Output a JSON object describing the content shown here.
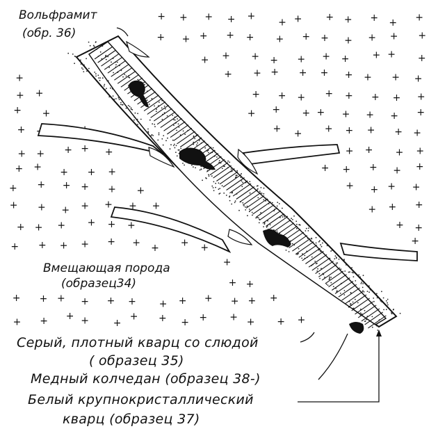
{
  "labels": {
    "wolframite": {
      "line1": "Вольфрамит",
      "line2": "(обр. 36)"
    },
    "host_rock": {
      "line1": "Вмещающая порода",
      "line2": "(образец34)"
    },
    "gray_quartz": {
      "line1": "Серый, плотный кварц со слюдой",
      "line2": "( образец 35)"
    },
    "chalcopyrite": {
      "line1": "Медный колчедан (образец 38-)"
    },
    "white_quartz": {
      "line1": "Белый крупнокристаллический",
      "line2": "кварц (образец 37)"
    }
  },
  "host_rock_symbol": "+"
}
